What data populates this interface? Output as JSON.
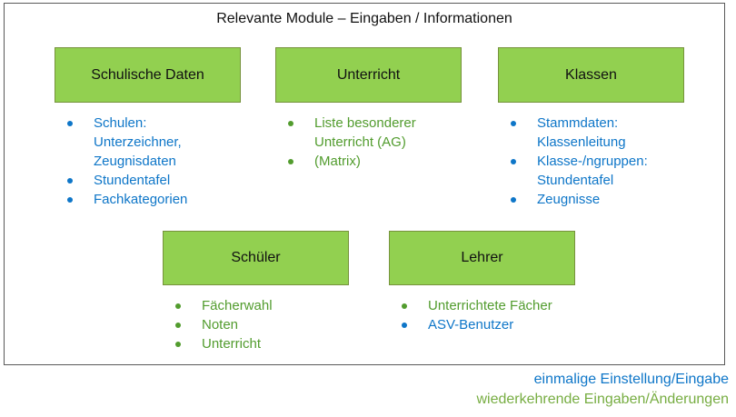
{
  "title": "Relevante Module – Eingaben / Informationen",
  "colors": {
    "blue": "#0e76c8",
    "green": "#529c2e",
    "legend_green": "#77ad42",
    "box_fill": "#92d050",
    "box_border": "#76923c",
    "frame_border": "#595959"
  },
  "groups": [
    {
      "title": "Schulische Daten",
      "items": [
        {
          "text": "Schulen:\nUnterzeichner,\nZeugnisdaten",
          "color": "blue"
        },
        {
          "text": "Stundentafel",
          "color": "blue"
        },
        {
          "text": "Fachkategorien",
          "color": "blue"
        }
      ]
    },
    {
      "title": "Unterricht",
      "items": [
        {
          "text": "Liste besonderer\nUnterricht (AG)",
          "color": "green"
        },
        {
          "text": "(Matrix)",
          "color": "green"
        }
      ]
    },
    {
      "title": "Klassen",
      "items": [
        {
          "text": "Stammdaten:\nKlassenleitung",
          "color": "blue"
        },
        {
          "text": "Klasse-/ngruppen:\nStundentafel",
          "color": "blue"
        },
        {
          "text": "Zeugnisse",
          "color": "blue"
        }
      ]
    },
    {
      "title": "Schüler",
      "items": [
        {
          "text": "Fächerwahl",
          "color": "green"
        },
        {
          "text": "Noten",
          "color": "green"
        },
        {
          "text": "Unterricht",
          "color": "green"
        }
      ]
    },
    {
      "title": "Lehrer",
      "items": [
        {
          "text": "Unterrichtete Fächer",
          "color": "green"
        },
        {
          "text": "ASV-Benutzer",
          "color": "blue"
        }
      ]
    }
  ],
  "legend": [
    {
      "text": "einmalige Einstellung/Eingabe",
      "color": "blue"
    },
    {
      "text": "wiederkehrende Eingaben/Änderungen",
      "color": "legend_green"
    }
  ]
}
